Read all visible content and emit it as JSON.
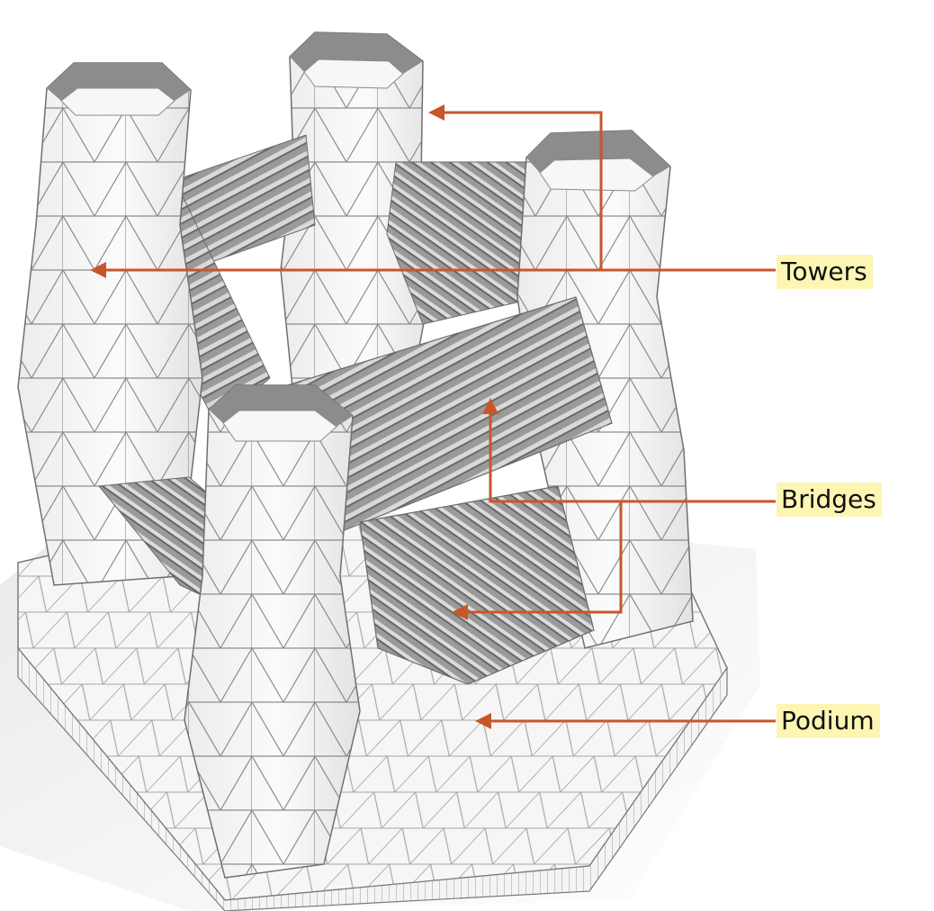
{
  "colors": {
    "background": "#ffffff",
    "arrow": "#c8562b",
    "label_highlight": "#fdf6b3",
    "label_text": "#111111",
    "model_surface": "#f2f2f2",
    "model_edges": "#6f6f6f",
    "bridge_dark": "#8a8a8a",
    "tower_cap": "#8c8c8c"
  },
  "labels": {
    "towers": "Towers",
    "bridges": "Bridges",
    "podium": "Podium"
  },
  "figure": {
    "description_icon": "parametric-tower-model"
  }
}
